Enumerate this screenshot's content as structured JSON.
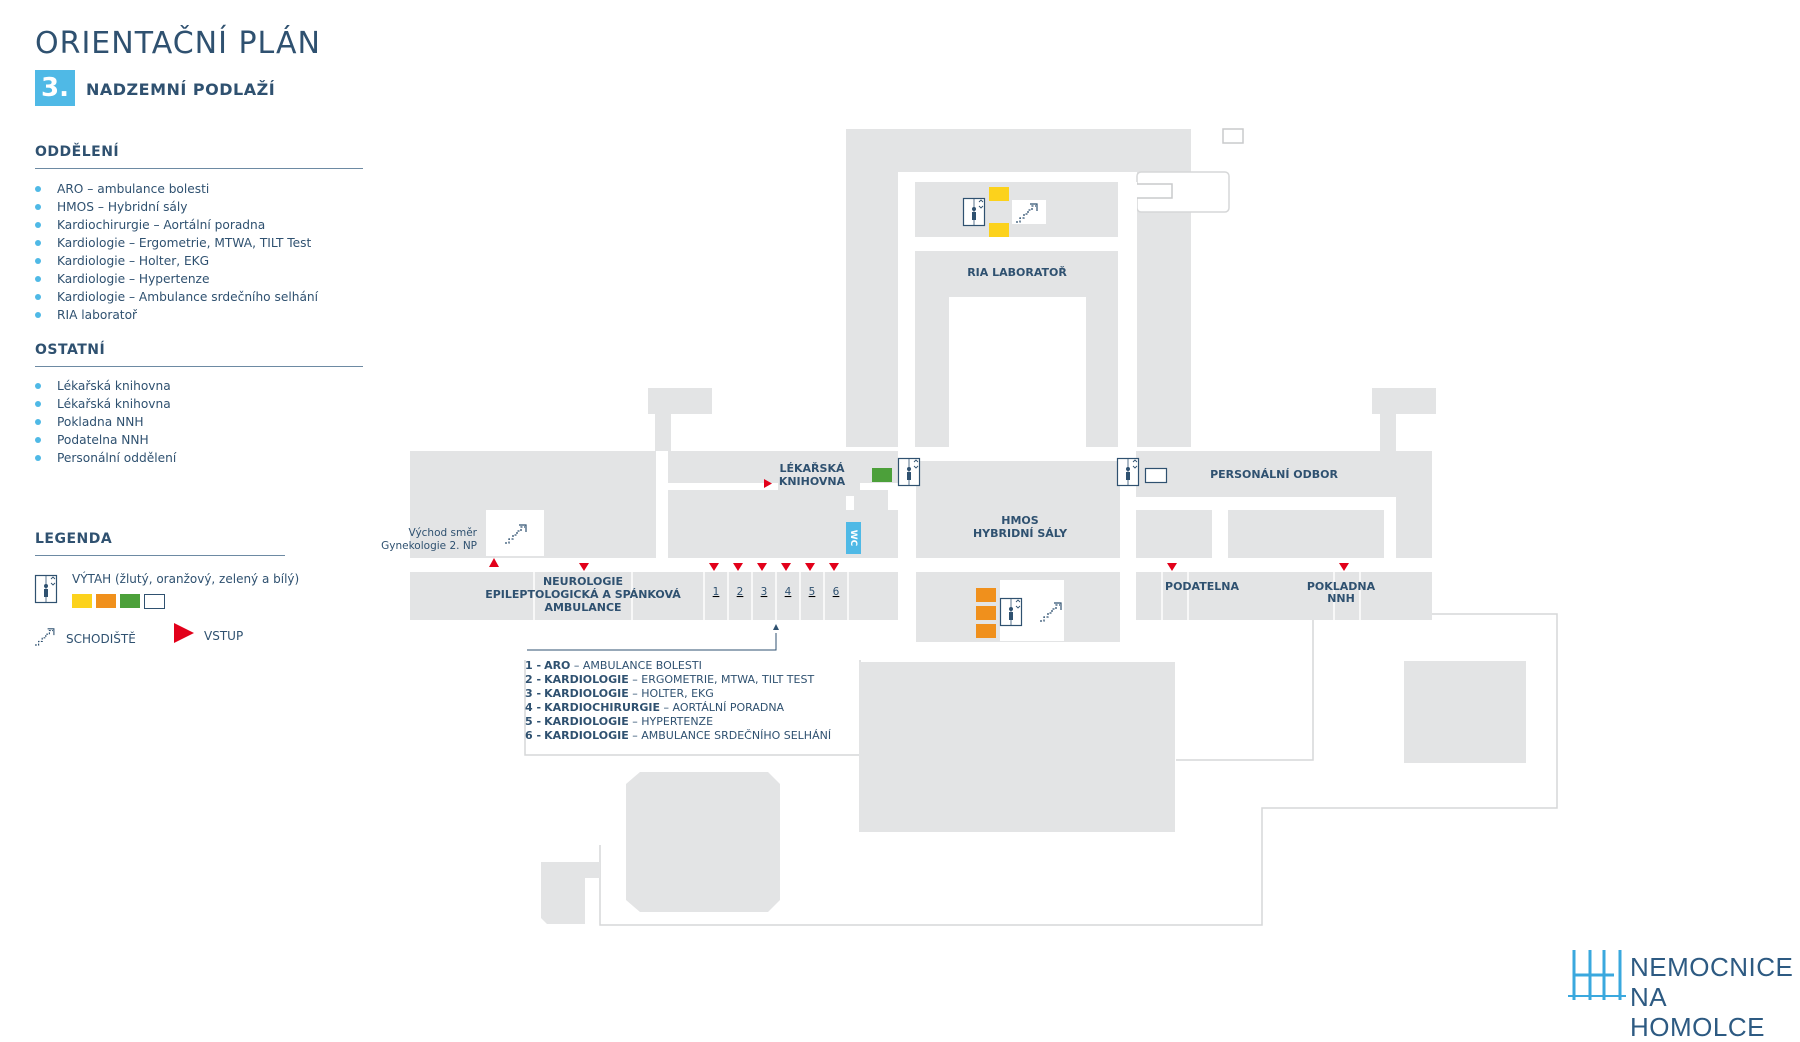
{
  "header": {
    "title": "ORIENTAČNÍ PLÁN",
    "floor_number": "3.",
    "floor_name": "NADZEMNÍ PODLAŽÍ"
  },
  "departments": {
    "heading": "ODDĚLENÍ",
    "items": [
      "ARO – ambulance bolesti",
      "HMOS – Hybridní sály",
      "Kardiochirurgie – Aortální poradna",
      "Kardiologie – Ergometrie, MTWA, TILT Test",
      "Kardiologie – Holter, EKG",
      "Kardiologie – Hypertenze",
      "Kardiologie – Ambulance srdečního selhání",
      "RIA laboratoř"
    ]
  },
  "others": {
    "heading": "OSTATNÍ",
    "items": [
      "Lékařská knihovna",
      "Lékařská knihovna",
      "Pokladna NNH",
      "Podatelna NNH",
      "Personální oddělení"
    ]
  },
  "legend": {
    "heading": "LEGENDA",
    "elevator_label": "VÝTAH (žlutý, oranžový, zelený a bílý)",
    "stairs_label": "SCHODIŠTĚ",
    "entrance_label": "VSTUP",
    "elevator_colors": [
      "#fcd21c",
      "#f0901c",
      "#4ca03a",
      "#ffffff"
    ]
  },
  "colors": {
    "accent": "#4fb9e6",
    "building": "#e3e4e5",
    "entrance": "#e2001a",
    "text": "#2f5170"
  },
  "map_labels": {
    "ria": "RIA LABORATOŘ",
    "library_1": "LÉKAŘSKÁ",
    "library_2": "KNIHOVNA",
    "hmos_1": "HMOS",
    "hmos_2": "HYBRIDNÍ SÁLY",
    "personnel": "PERSONÁLNÍ ODBOR",
    "podatelna": "PODATELNA",
    "pokladna_1": "POKLADNA",
    "pokladna_2": "NNH",
    "neuro_1": "NEUROLOGIE",
    "neuro_2": "EPILEPTOLOGICKÁ A SPÁNKOVÁ",
    "neuro_3": "AMBULANCE",
    "exit_1": "Východ směr",
    "exit_2": "Gynekologie 2. NP",
    "wc": "WC",
    "rooms": [
      "1",
      "2",
      "3",
      "4",
      "5",
      "6"
    ]
  },
  "clinics": [
    {
      "num": "1 -",
      "dept": "ARO",
      "desc": " – AMBULANCE BOLESTI"
    },
    {
      "num": "2 -",
      "dept": "KARDIOLOGIE",
      "desc": " – ERGOMETRIE, MTWA, TILT TEST"
    },
    {
      "num": "3 -",
      "dept": "KARDIOLOGIE",
      "desc": " – HOLTER, EKG"
    },
    {
      "num": "4 -",
      "dept": "KARDIOCHIRURGIE",
      "desc": " – AORTÁLNÍ PORADNA"
    },
    {
      "num": "5 -",
      "dept": "KARDIOLOGIE",
      "desc": " – HYPERTENZE"
    },
    {
      "num": "6 -",
      "dept": "KARDIOLOGIE",
      "desc": " – AMBULANCE SRDEČNÍHO SELHÁNÍ"
    }
  ],
  "logo": {
    "line1": "NEMOCNICE",
    "line2": "NA HOMOLCE"
  }
}
